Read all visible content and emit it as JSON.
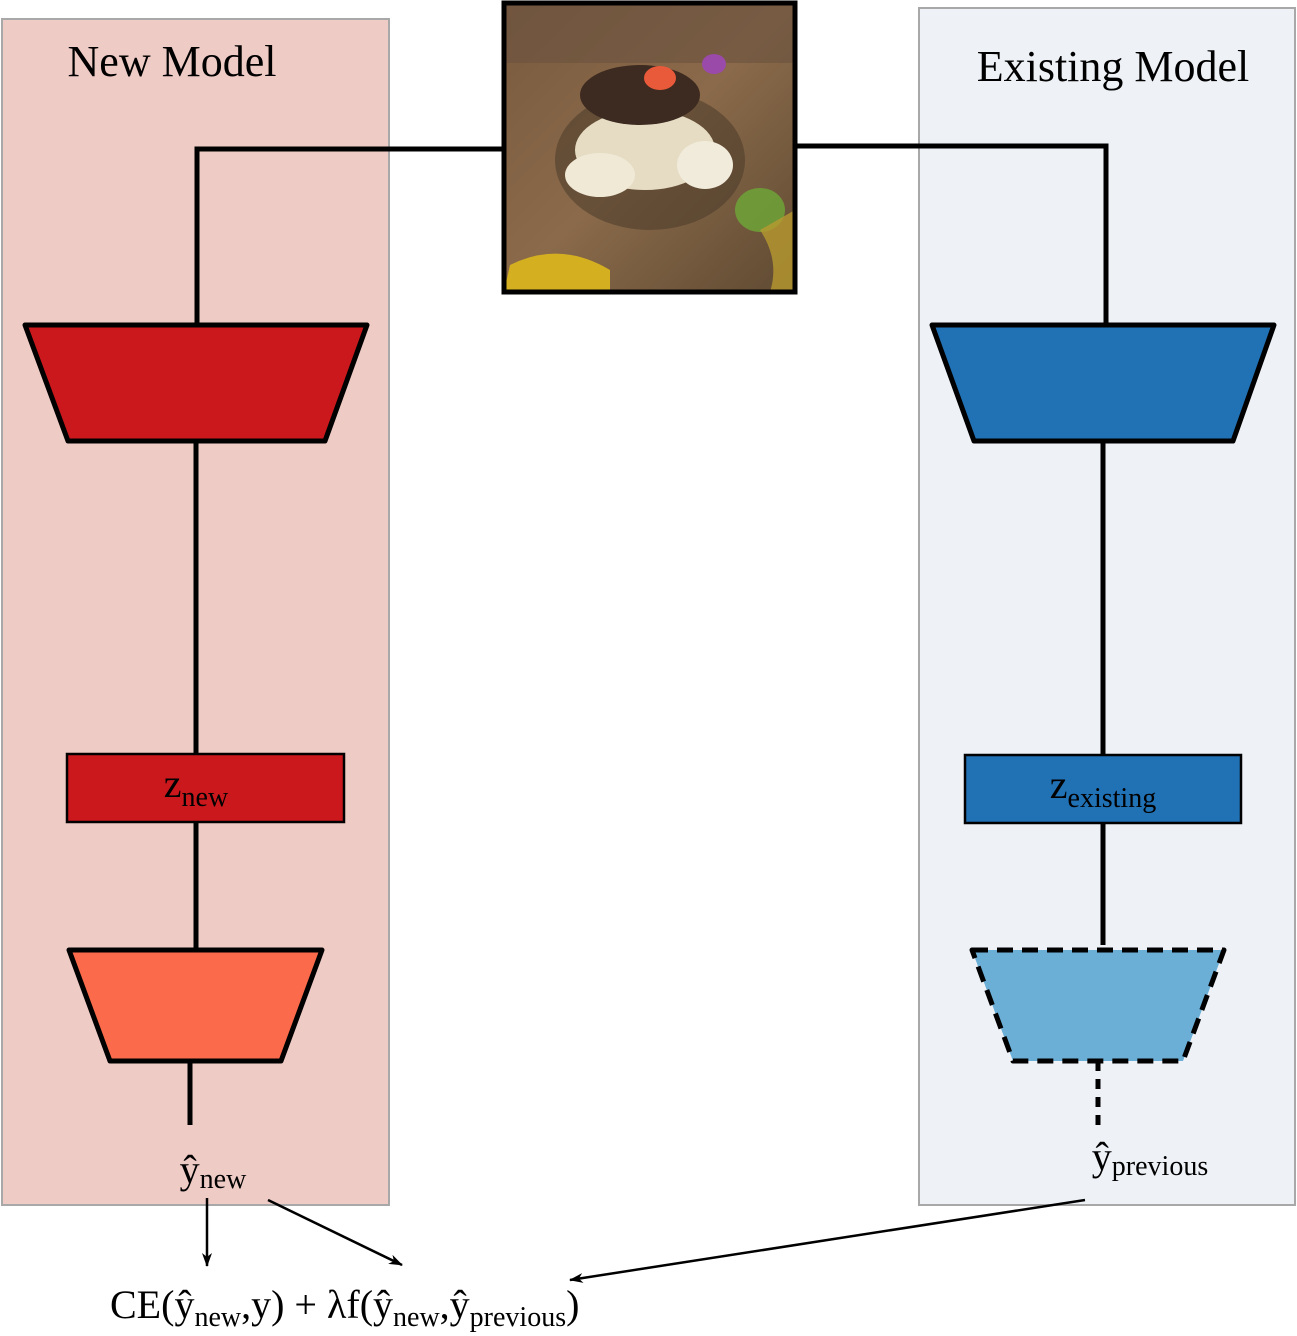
{
  "diagram": {
    "left_panel": {
      "title": "New Model",
      "latent": {
        "base": "z",
        "sub": "new"
      },
      "output": {
        "base": "ŷ",
        "sub": "new"
      },
      "colors": {
        "panel_bg": "#efcbc5",
        "encoder": "#cb181d",
        "latent": "#cb181d",
        "head": "#fb6a4a"
      }
    },
    "right_panel": {
      "title": "Existing Model",
      "latent": {
        "base": "z",
        "sub": "existing"
      },
      "output": {
        "base": "ŷ",
        "sub": "previous"
      },
      "colors": {
        "panel_bg": "#eef2f7",
        "encoder": "#2171b5",
        "latent": "#2171b5",
        "head": "#6baed6"
      },
      "head_style": "dashed"
    },
    "input_image": {
      "subject": "frog",
      "description_icon": "frog-image"
    },
    "loss": {
      "p1": "CE(",
      "y1": "ŷ",
      "s1": "new",
      "p2": ",y) + λf(",
      "y2": "ŷ",
      "s2": "new",
      "p3": ",",
      "y3": "ŷ",
      "s3": "previous",
      "p4": ")"
    }
  }
}
